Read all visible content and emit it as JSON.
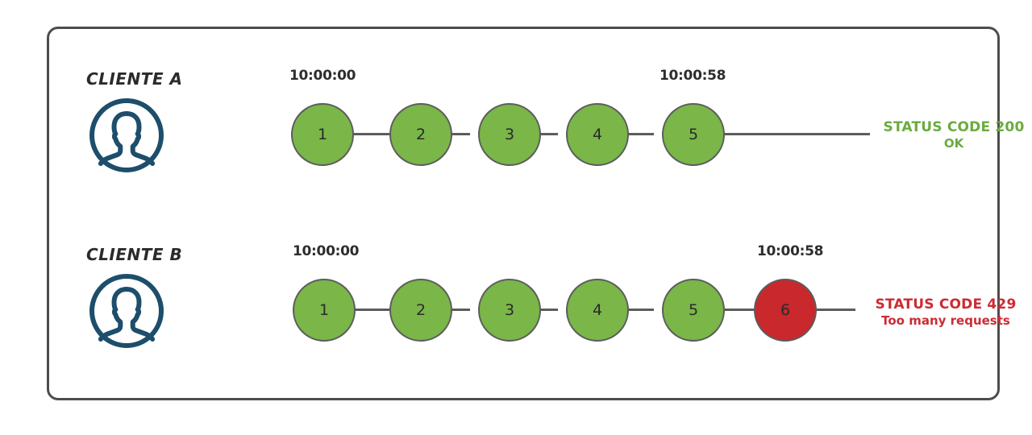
{
  "diagram": {
    "title_visible": false,
    "colors": {
      "frame": "#4d4d4d",
      "node_ok": "#7ab648",
      "node_error": "#c9282d",
      "node_stroke": "#5c5c5c",
      "avatar": "#1d4e6b",
      "status_ok": "#6aab3e",
      "status_error": "#cc2b33",
      "text": "#2b2b2b"
    },
    "rows": [
      {
        "client_label": "CLIENTE A",
        "avatar_icon": "user-avatar-icon",
        "start_time": "10:00:00",
        "end_time": "10:00:58",
        "nodes": [
          {
            "label": "1",
            "state": "ok"
          },
          {
            "label": "2",
            "state": "ok"
          },
          {
            "label": "3",
            "state": "ok"
          },
          {
            "label": "4",
            "state": "ok"
          },
          {
            "label": "5",
            "state": "ok"
          }
        ],
        "status_primary": "STATUS CODE 200",
        "status_secondary": "OK",
        "status_state": "good"
      },
      {
        "client_label": "CLIENTE B",
        "avatar_icon": "user-avatar-icon",
        "start_time": "10:00:00",
        "end_time": "10:00:58",
        "nodes": [
          {
            "label": "1",
            "state": "ok"
          },
          {
            "label": "2",
            "state": "ok"
          },
          {
            "label": "3",
            "state": "ok"
          },
          {
            "label": "4",
            "state": "ok"
          },
          {
            "label": "5",
            "state": "ok"
          },
          {
            "label": "6",
            "state": "error"
          }
        ],
        "status_primary": "STATUS CODE 429",
        "status_secondary": "Too many requests",
        "status_state": "bad"
      }
    ]
  }
}
